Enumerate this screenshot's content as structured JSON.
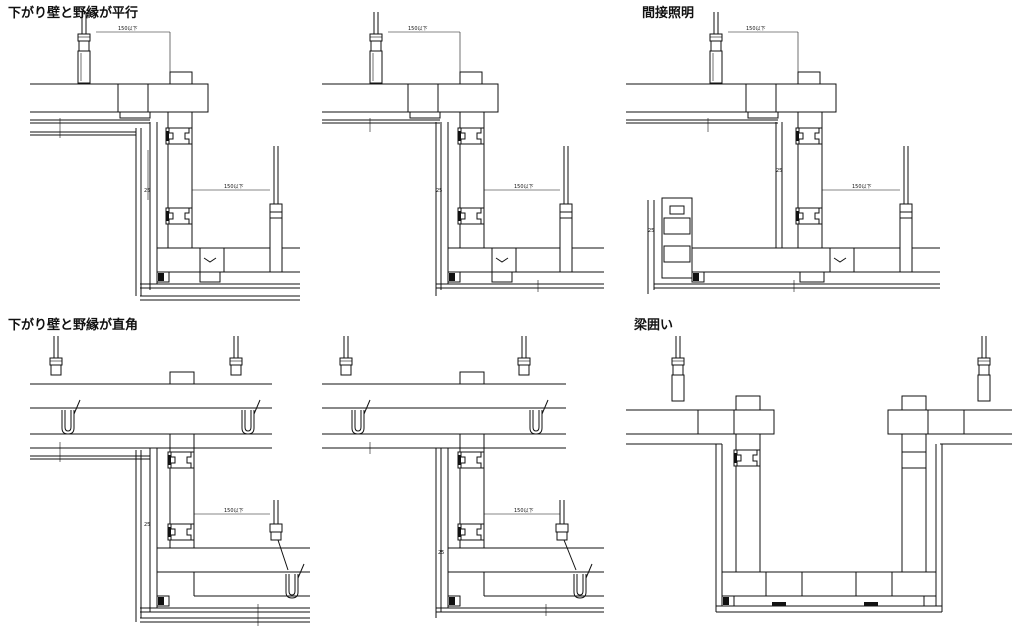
{
  "sections": {
    "parallel": "下がり壁と野縁が平行",
    "indirect": "間接照明",
    "perpendicular": "下がり壁と野縁が直角",
    "beam": "梁囲い"
  },
  "dims": {
    "max150": "150以下",
    "d25": "25"
  }
}
